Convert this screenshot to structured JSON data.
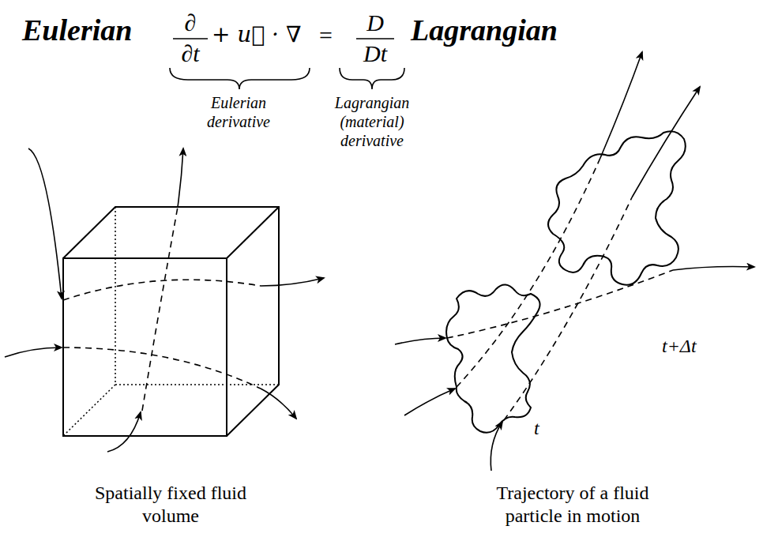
{
  "diagram": {
    "labels": [
      "Eulerian",
      "∂",
      "∂t",
      "+ u⃗ · ∇",
      "=",
      "D",
      "Dt",
      "Lagrangian",
      "Eulerian derivative",
      "Lagrangian (material) derivative",
      "t+Δt",
      "t",
      "Spatially fixed fluid volume",
      "Trajectory of a fluid particle in motion"
    ]
  }
}
